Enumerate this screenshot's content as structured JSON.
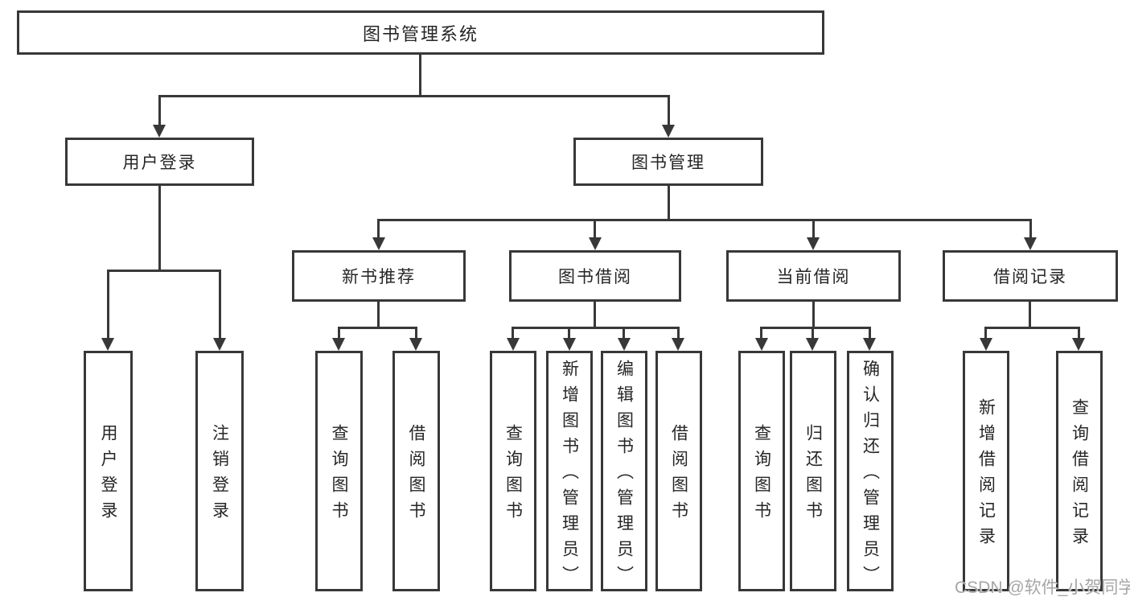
{
  "colors": {
    "line": "#383838",
    "text": "#262626",
    "box_fill": "#ffffff",
    "background": "#ffffff",
    "watermark": "#a6a6a6"
  },
  "diagram": {
    "root": {
      "label": "图书管理系统"
    },
    "level2": [
      {
        "label": "用户登录"
      },
      {
        "label": "图书管理"
      }
    ],
    "level3": [
      {
        "label": "新书推荐"
      },
      {
        "label": "图书借阅"
      },
      {
        "label": "当前借阅"
      },
      {
        "label": "借阅记录"
      }
    ],
    "leaves": [
      {
        "label": "用户登录"
      },
      {
        "label": "注销登录"
      },
      {
        "label": "查询图书"
      },
      {
        "label": "借阅图书"
      },
      {
        "label": "查询图书"
      },
      {
        "label": "新增图书（管理员）"
      },
      {
        "label": "编辑图书（管理员）"
      },
      {
        "label": "借阅图书"
      },
      {
        "label": "查询图书"
      },
      {
        "label": "归还图书"
      },
      {
        "label": "确认归还（管理员）"
      },
      {
        "label": "新增借阅记录"
      },
      {
        "label": "查询借阅记录"
      }
    ]
  },
  "watermark": {
    "text": "CSDN @软件_小贺同学"
  }
}
